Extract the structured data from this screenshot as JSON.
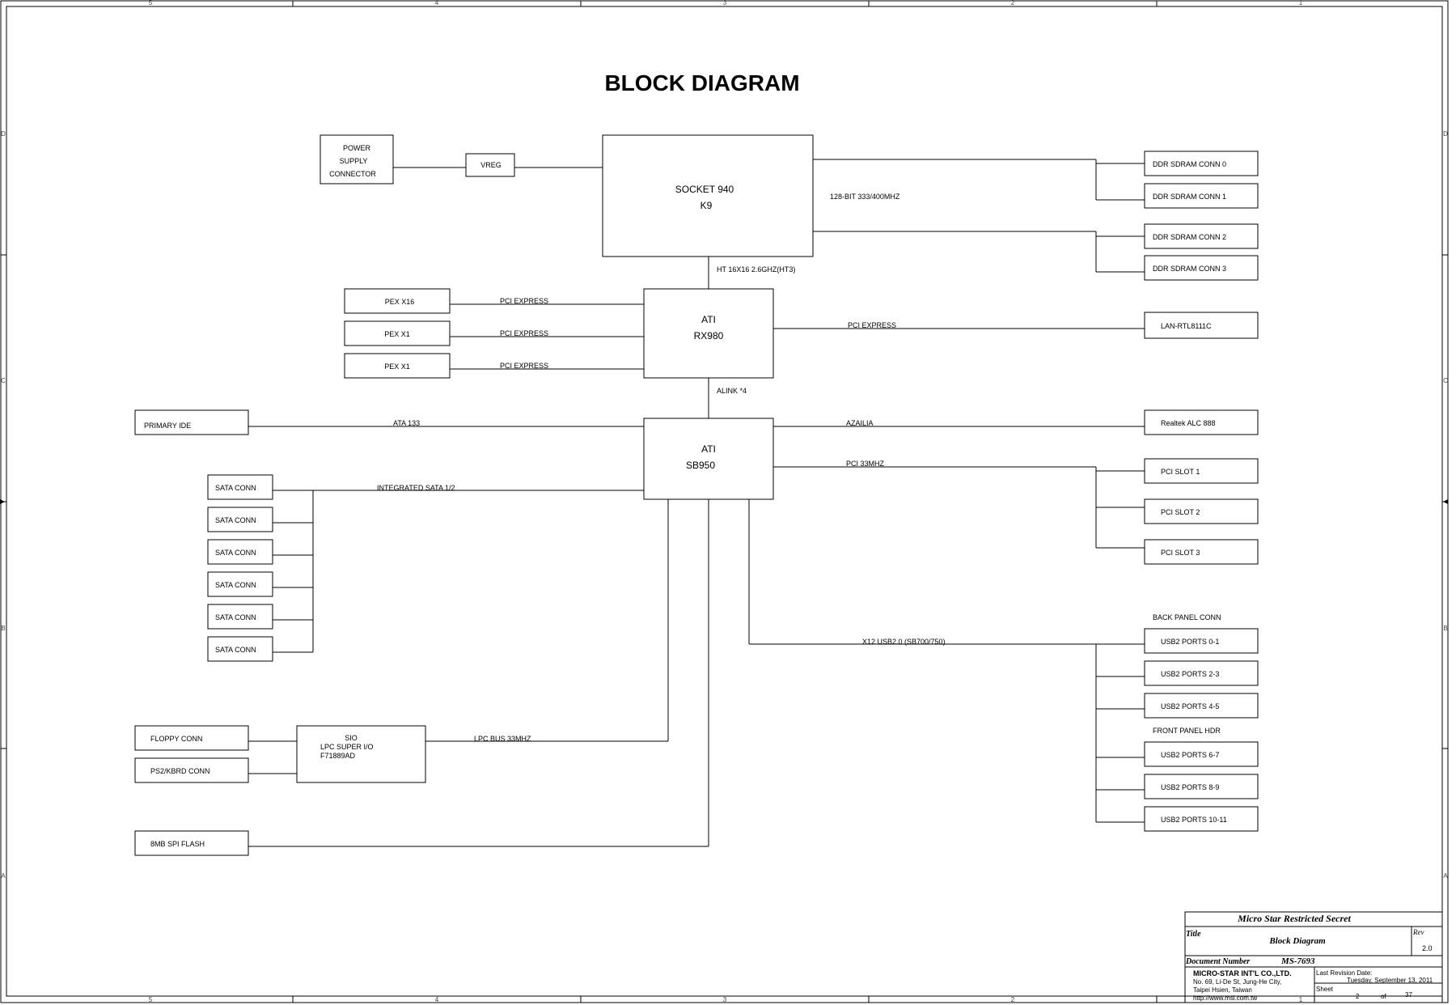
{
  "title": "BLOCK DIAGRAM",
  "ruler": {
    "columns": [
      "5",
      "4",
      "3",
      "2",
      "1"
    ],
    "rows": [
      "D",
      "C",
      "B",
      "A"
    ]
  },
  "blocks": {
    "power": [
      "POWER",
      "SUPPLY",
      "CONNECTOR"
    ],
    "vreg": "VREG",
    "cpu": [
      "SOCKET 940",
      "K9"
    ],
    "ddr": [
      "DDR SDRAM CONN 0",
      "DDR SDRAM CONN 1",
      "DDR SDRAM CONN 2",
      "DDR SDRAM CONN 3"
    ],
    "pex": [
      "PEX X16",
      "PEX X1",
      "PEX X1"
    ],
    "nb": [
      "ATI",
      "RX980"
    ],
    "lan": "LAN-RTL8111C",
    "ide": "PRIMARY IDE",
    "sb": [
      "ATI",
      "SB950"
    ],
    "audio": "Realtek ALC 888",
    "pci": [
      "PCI SLOT 1",
      "PCI SLOT 2",
      "PCI SLOT 3"
    ],
    "sata": [
      "SATA CONN",
      "SATA CONN",
      "SATA CONN",
      "SATA CONN",
      "SATA CONN",
      "SATA CONN"
    ],
    "usb": [
      "USB2 PORTS 0-1",
      "USB2 PORTS 2-3",
      "USB2 PORTS 4-5",
      "USB2 PORTS 6-7",
      "USB2 PORTS 8-9",
      "USB2 PORTS 10-11"
    ],
    "floppy": "FLOPPY CONN",
    "ps2": "PS2/KBRD CONN",
    "sio": [
      "SIO",
      "LPC SUPER I/O",
      "F71889AD"
    ],
    "spi": "8MB SPI FLASH"
  },
  "bus_labels": {
    "mem": "128-BIT 333/400MHZ",
    "ht": "HT 16X16 2.6GHZ(HT3)",
    "pcie": [
      "PCI EXPRESS",
      "PCI EXPRESS",
      "PCI EXPRESS"
    ],
    "pcie_lan": "PCI EXPRESS",
    "alink": "ALINK *4",
    "ata": "ATA 133",
    "azalia": "AZAILIA",
    "pci33": "PCI 33MHZ",
    "sata": "INTEGRATED SATA 1/2",
    "usb": "X12 USB2.0 (SB700/750)",
    "lpc": "LPC BUS 33MHZ"
  },
  "group_labels": {
    "back": "BACK PANEL CONN",
    "front": "FRONT PANEL HDR"
  },
  "title_block": {
    "secret": "Micro Star Restricted Secret",
    "title_label": "Title",
    "title_value": "Block Diagram",
    "rev_label": "Rev",
    "rev_value": "2.0",
    "docnum_label": "Document Number",
    "docnum_value": "MS-7693",
    "company": "MICRO-STAR INT'L CO.,LTD.",
    "address": [
      "No. 69, Li-De St, Jung-He City,",
      "Taipei Hsien, Taiwan",
      "http://www.msi.com.tw"
    ],
    "revdate_label": "Last Revision Date:",
    "revdate_value": "Tuesday, September 13, 2011",
    "sheet_label": "Sheet",
    "sheet_value": "2",
    "of_label": "of",
    "sheet_total": "37"
  }
}
